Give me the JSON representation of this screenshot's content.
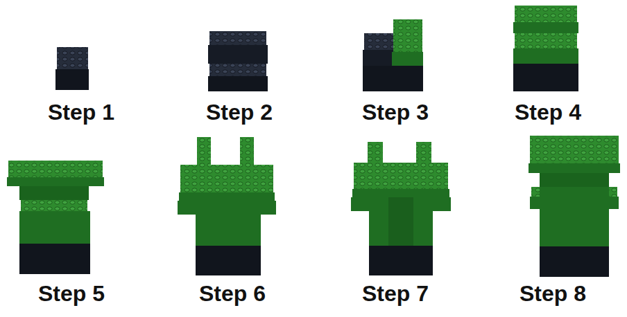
{
  "diagram": {
    "labels": [
      "Step 1",
      "Step 2",
      "Step 3",
      "Step 4",
      "Step 5",
      "Step 6",
      "Step 7",
      "Step 8"
    ]
  }
}
